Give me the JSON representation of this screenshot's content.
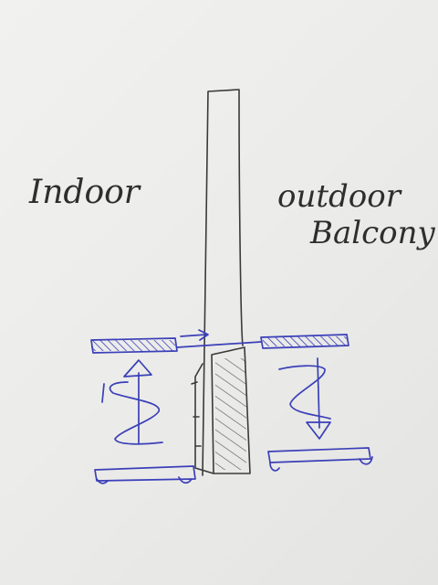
{
  "labels": {
    "indoor": "Indoor",
    "outdoor_line1": "outdoor",
    "outdoor_line2": "Balcony"
  },
  "colors": {
    "paper": "#eeeeec",
    "pencil": "#3a3a3a",
    "blue_ink": "#3b3fb8"
  }
}
